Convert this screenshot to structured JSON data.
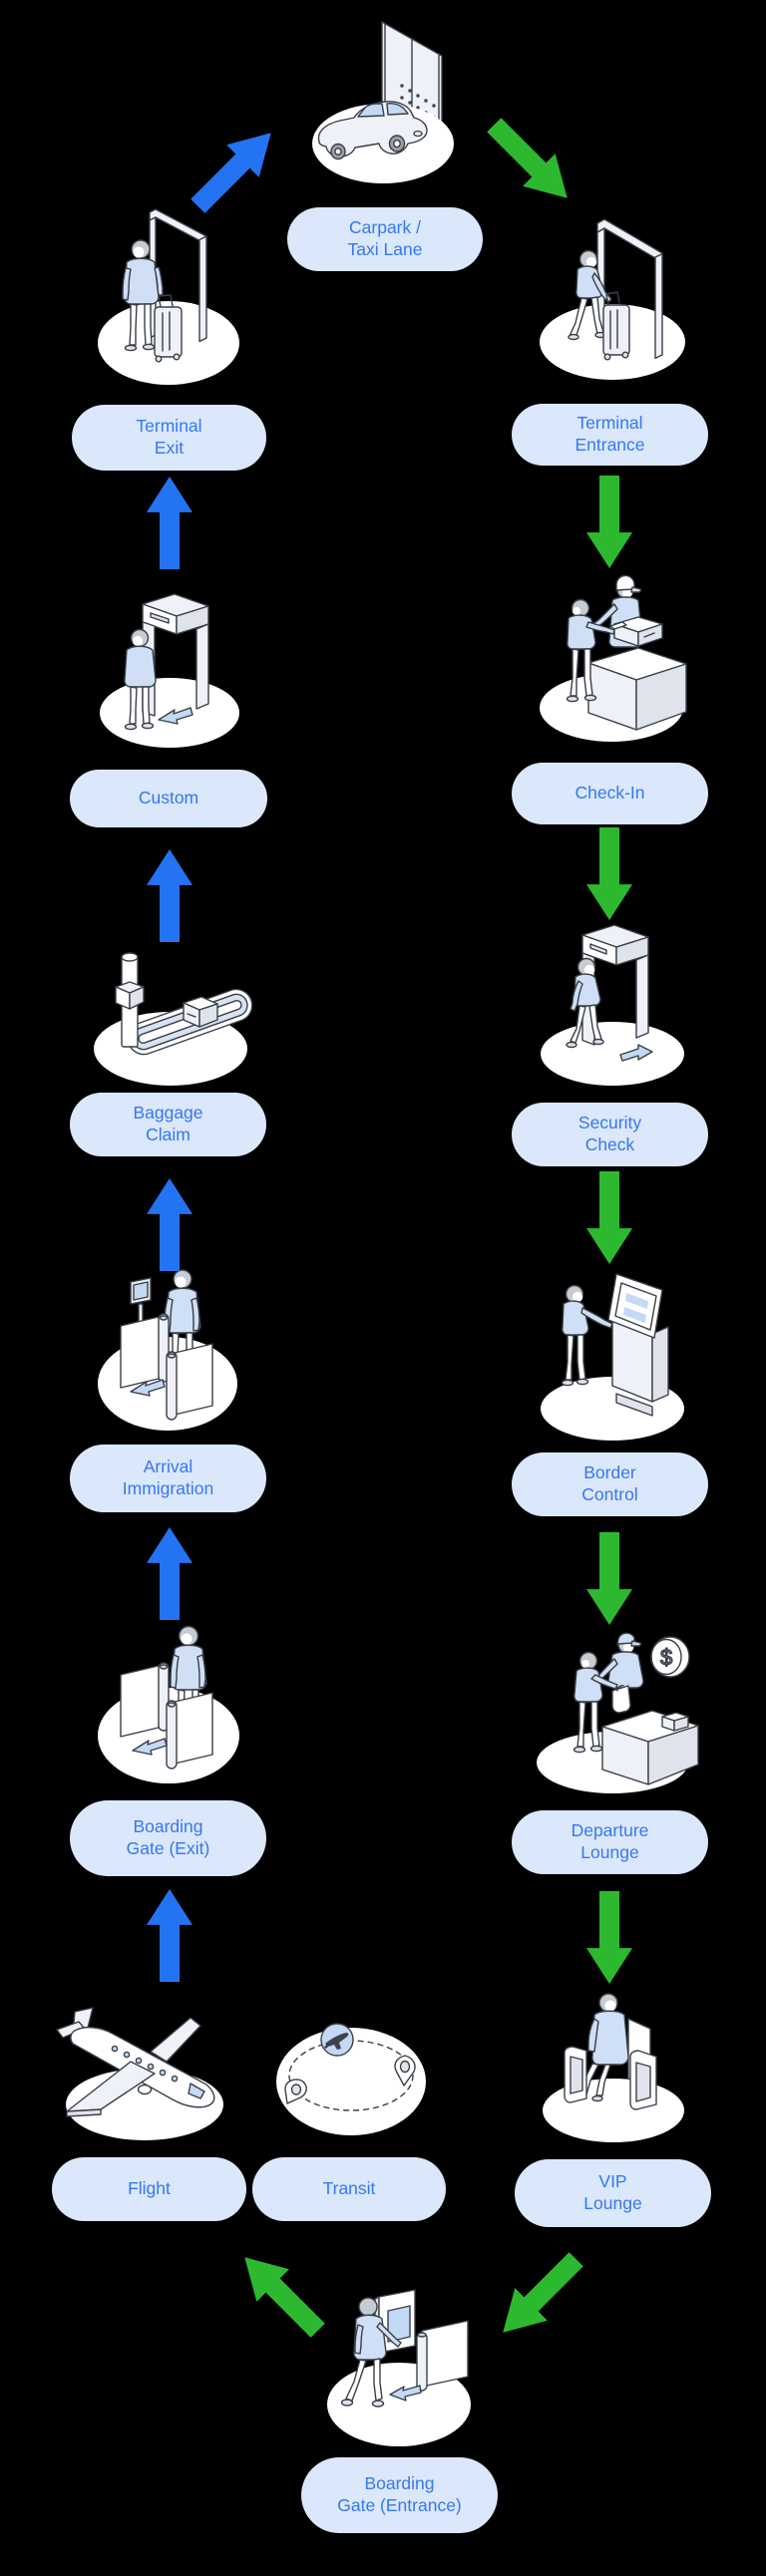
{
  "colors": {
    "background": "#000000",
    "label_bg": "#dbe7fb",
    "label_text": "#3478f5",
    "departure_arrow_green": "#2db92f",
    "arrival_arrow_blue": "#2473f2"
  },
  "stations": {
    "carpark": {
      "label": "Carpark / Taxi Lane",
      "lines": [
        "Carpark /",
        "Taxi Lane"
      ]
    },
    "terminal_entrance": {
      "label": "Terminal Entrance",
      "lines": [
        "Terminal",
        "Entrance"
      ]
    },
    "check_in": {
      "label": "Check-In",
      "lines": [
        "Check-In"
      ]
    },
    "security_check": {
      "label": "Security Check",
      "lines": [
        "Security",
        "Check"
      ]
    },
    "border_control": {
      "label": "Border Control",
      "lines": [
        "Border",
        "Control"
      ]
    },
    "departure_lounge": {
      "label": "Departure Lounge",
      "lines": [
        "Departure",
        "Lounge"
      ]
    },
    "vip_lounge": {
      "label": "VIP Lounge",
      "lines": [
        "VIP",
        "Lounge"
      ]
    },
    "boarding_gate_entrance": {
      "label": "Boarding Gate (Entrance)",
      "lines": [
        "Boarding",
        "Gate (Entrance)"
      ]
    },
    "flight": {
      "label": "Flight",
      "lines": [
        "Flight"
      ]
    },
    "transit": {
      "label": "Transit",
      "lines": [
        "Transit"
      ]
    },
    "boarding_gate_exit": {
      "label": "Boarding Gate (Exit)",
      "lines": [
        "Boarding",
        "Gate (Exit)"
      ]
    },
    "arrival_immigration": {
      "label": "Arrival Immigration",
      "lines": [
        "Arrival",
        "Immigration"
      ]
    },
    "baggage_claim": {
      "label": "Baggage Claim",
      "lines": [
        "Baggage",
        "Claim"
      ]
    },
    "custom": {
      "label": "Custom",
      "lines": [
        "Custom"
      ]
    },
    "terminal_exit": {
      "label": "Terminal Exit",
      "lines": [
        "Terminal",
        "Exit"
      ]
    }
  },
  "flow": {
    "departure_path": [
      "Carpark / Taxi Lane",
      "Terminal Entrance",
      "Check-In",
      "Security Check",
      "Border Control",
      "Departure Lounge",
      "VIP Lounge",
      "Boarding Gate (Entrance)",
      "Flight"
    ],
    "arrival_path": [
      "Flight",
      "Boarding Gate (Exit)",
      "Arrival Immigration",
      "Baggage Claim",
      "Custom",
      "Terminal Exit",
      "Carpark / Taxi Lane"
    ]
  }
}
